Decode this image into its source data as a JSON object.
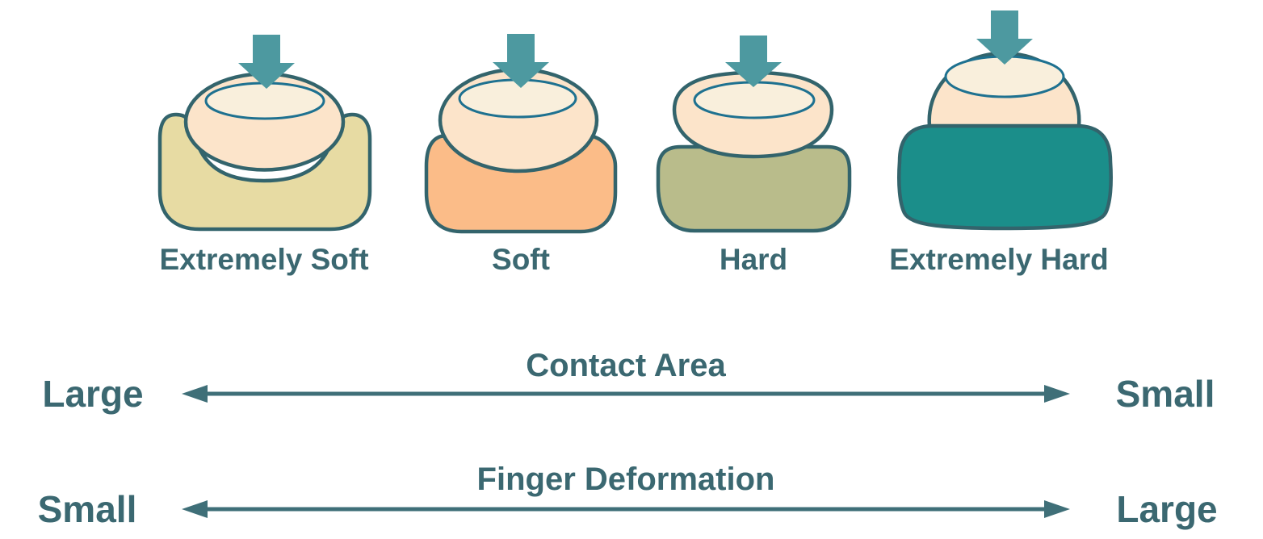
{
  "figures": [
    {
      "label": "Extremely Soft"
    },
    {
      "label": "Soft"
    },
    {
      "label": "Hard"
    },
    {
      "label": "Extremely Hard"
    }
  ],
  "axes": [
    {
      "title": "Contact Area",
      "left_label": "Large",
      "right_label": "Small"
    },
    {
      "title": "Finger Deformation",
      "left_label": "Small",
      "right_label": "Large"
    }
  ],
  "icons": {
    "press_arrow": "down-arrow",
    "axis_arrow": "double-headed-arrow"
  },
  "colors": {
    "mat1": "#e7dba3",
    "mat2": "#fbbc88",
    "mat3": "#b9bc8b",
    "mat4": "#1b8e8a",
    "pad": "#fce4ca",
    "nailfill": "#f9efdc",
    "nailstroke": "#1e7190",
    "outline": "#33646c",
    "press": "#4d99a0",
    "axis": "#3f6f78",
    "text": "#3b6871"
  }
}
